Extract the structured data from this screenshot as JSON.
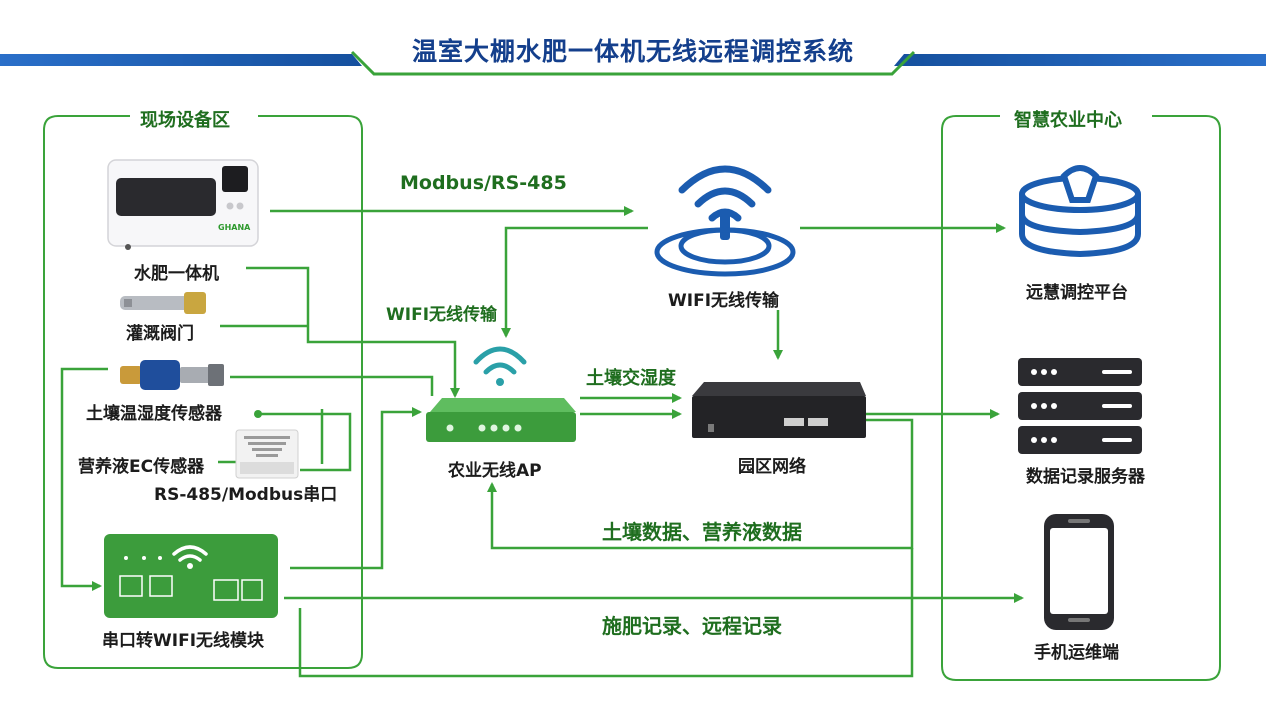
{
  "title": "温室大棚水肥一体机无线远程调控系统",
  "colors": {
    "title_blue": "#143f8c",
    "band_blue": "#1b5cb0",
    "accent_green": "#3aa33a",
    "label_green": "#1f6e1f",
    "device_green": "#3c9c3c"
  },
  "zones": {
    "field": "现场设备区",
    "center": "智慧农业中心"
  },
  "devices": {
    "fertigation": {
      "label": "水肥一体机",
      "brand": "GHANA"
    },
    "valve": "灌溉阀门",
    "soil_sensor": "土壤温湿度传感器",
    "ec_sensor": "营养液EC传感器",
    "serial_bus": "RS-485/Modbus串口",
    "wifi_module": "串口转WIFI无线模块",
    "ap": "农业无线AP",
    "wifi_tower": "WIFI无线传输",
    "router": "园区网络",
    "platform": "远慧调控平台",
    "servers": "数据记录服务器",
    "phone": "手机运维端"
  },
  "flows": {
    "modbus": "Modbus/RS-485",
    "wifi": "WIFI无线传输",
    "soil": "土壤交湿度",
    "data": "土壤数据、营养液数据",
    "records": "施肥记录、远程记录"
  },
  "icons": [
    "wifi-icon",
    "database-icon",
    "server-icon",
    "phone-icon",
    "router-icon",
    "valve-icon",
    "sensor-icon"
  ]
}
